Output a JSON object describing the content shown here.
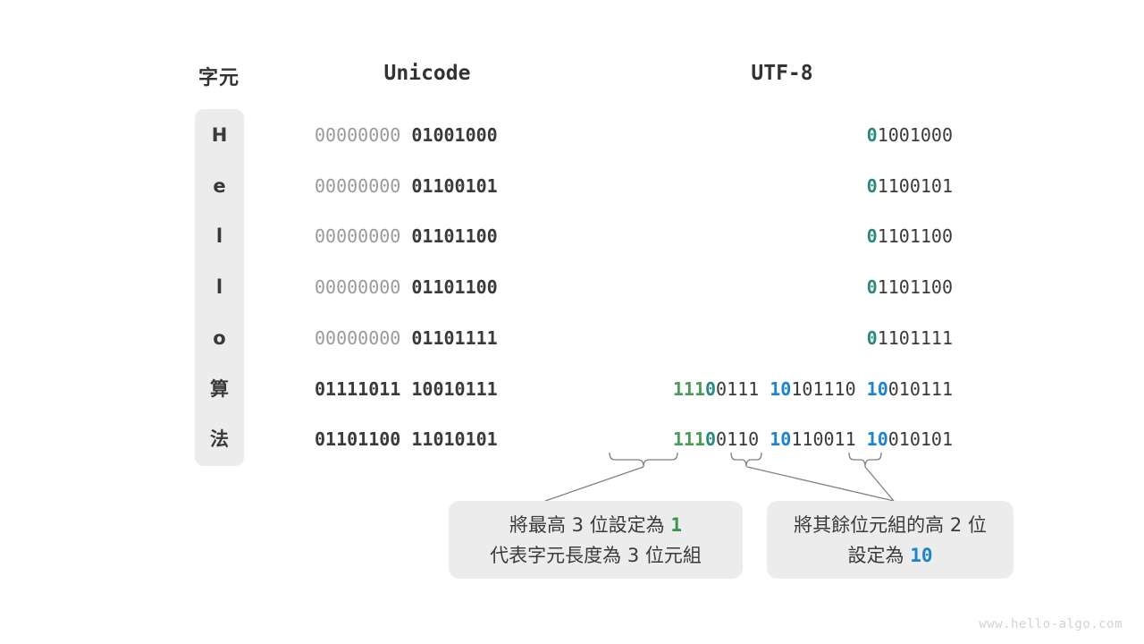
{
  "headers": {
    "character": "字元",
    "unicode": "Unicode",
    "utf8": "UTF-8"
  },
  "colors": {
    "dim": "#9a9a9a",
    "dark": "#3a3a3a",
    "green": "#4b9b58",
    "teal": "#2a8b7d",
    "blue": "#1b84cc",
    "cell_background": "#ececec",
    "connector": "#808080",
    "watermark": "#d2d2d2"
  },
  "rows": [
    {
      "char": "H",
      "unicode": {
        "high": "00000000",
        "low": "01001000"
      },
      "utf8": [
        {
          "prefix": "0",
          "prefix_color": "teal",
          "rest": "1001000"
        }
      ]
    },
    {
      "char": "e",
      "unicode": {
        "high": "00000000",
        "low": "01100101"
      },
      "utf8": [
        {
          "prefix": "0",
          "prefix_color": "teal",
          "rest": "1100101"
        }
      ]
    },
    {
      "char": "l",
      "unicode": {
        "high": "00000000",
        "low": "01101100"
      },
      "utf8": [
        {
          "prefix": "0",
          "prefix_color": "teal",
          "rest": "1101100"
        }
      ]
    },
    {
      "char": "l",
      "unicode": {
        "high": "00000000",
        "low": "01101100"
      },
      "utf8": [
        {
          "prefix": "0",
          "prefix_color": "teal",
          "rest": "1101100"
        }
      ]
    },
    {
      "char": "o",
      "unicode": {
        "high": "00000000",
        "low": "01101111"
      },
      "utf8": [
        {
          "prefix": "0",
          "prefix_color": "teal",
          "rest": "1101111"
        }
      ]
    },
    {
      "char": "算",
      "unicode": {
        "high": "01111011",
        "low": "10010111"
      },
      "utf8": [
        {
          "prefix": "111",
          "prefix_color": "green",
          "prefix2": "0",
          "prefix2_color": "teal",
          "rest": "0111"
        },
        {
          "prefix": "10",
          "prefix_color": "blue",
          "rest": "101110"
        },
        {
          "prefix": "10",
          "prefix_color": "blue",
          "rest": "010111"
        }
      ]
    },
    {
      "char": "法",
      "unicode": {
        "high": "01101100",
        "low": "11010101"
      },
      "utf8": [
        {
          "prefix": "111",
          "prefix_color": "green",
          "prefix2": "0",
          "prefix2_color": "teal",
          "rest": "0110"
        },
        {
          "prefix": "10",
          "prefix_color": "blue",
          "rest": "110011"
        },
        {
          "prefix": "10",
          "prefix_color": "blue",
          "rest": "010101"
        }
      ]
    }
  ],
  "notes": {
    "left": {
      "line1_a": "將最高 3 位設定為 ",
      "line1_em": "1",
      "line2": "代表字元長度為 3 位元組"
    },
    "right": {
      "line1": "將其餘位元組的高 2 位",
      "line2_a": "設定為 ",
      "line2_em": "10"
    }
  },
  "watermark": "www.hello-algo.com"
}
